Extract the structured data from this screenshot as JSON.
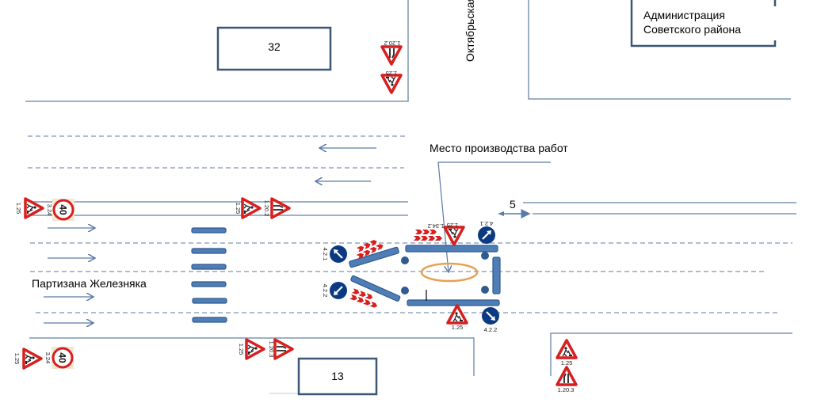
{
  "buildings": {
    "b32": "32",
    "b13": "13",
    "admin_line1": "Администрация",
    "admin_line2": "Советского района"
  },
  "streets": {
    "vertical": "Октябрьская",
    "horizontal": "Партизана Железняка"
  },
  "callout": {
    "work_site": "Место производства работ"
  },
  "dimension": {
    "value": "5"
  },
  "signs": {
    "roadworks": "1.25",
    "narrowing_left": "1.20.2",
    "narrowing_right": "1.20.3",
    "speed_limit_code": "3.24",
    "speed_limit_value": "40",
    "detour_right": "4.2.1",
    "detour_left": "4.2.2",
    "chevrons": "1.34.2"
  },
  "colors": {
    "barrier": "#4f7db5",
    "sign_red": "#d81e1e",
    "sign_blue": "#0b3a82",
    "work_zone": "#e8a050",
    "road_line": "#7f95b3"
  }
}
